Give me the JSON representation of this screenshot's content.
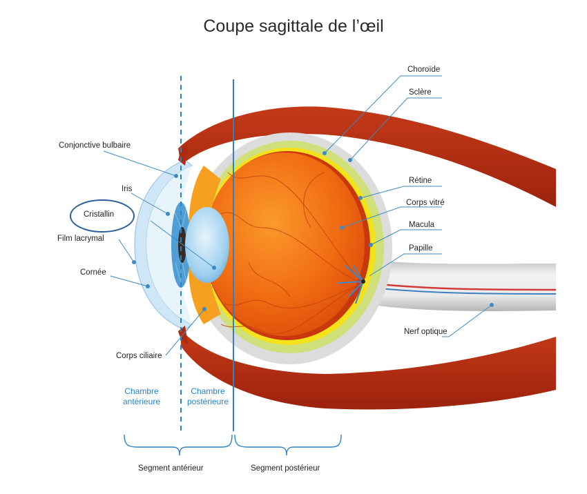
{
  "title": "Coupe sagittale de l’œil",
  "labels": {
    "choroide": "Choroïde",
    "sclere": "Sclère",
    "conjonctive": "Conjonctive bulbaire",
    "iris": "Iris",
    "cristallin": "Cristallin",
    "film": "Film lacrymal",
    "cornee": "Cornée",
    "retine": "Rétine",
    "corps_vitre": "Corps vitré",
    "macula": "Macula",
    "papille": "Papille",
    "nerf": "Nerf optique",
    "corps_ciliaire": "Corps ciliaire"
  },
  "chambers": {
    "anterieure": {
      "line1": "Chambre",
      "line2": "antérieure"
    },
    "posterieure": {
      "line1": "Chambre",
      "line2": "postérieure"
    }
  },
  "segments": {
    "anterieur": "Segment antérieur",
    "posterieur": "Segment postérieur"
  },
  "colors": {
    "eyelid": "#b02a10",
    "sclera": "#d9d9d9",
    "choroid": "#cfe07a",
    "retina": "#f4e21c",
    "vitreous": "#f26a10",
    "cornea": "#cfe6f6",
    "lens": "#8fc7ea",
    "leader": "#3b8ac4",
    "highlight_ring": "#2b5f9a",
    "nerve": "#d8d8d8"
  }
}
